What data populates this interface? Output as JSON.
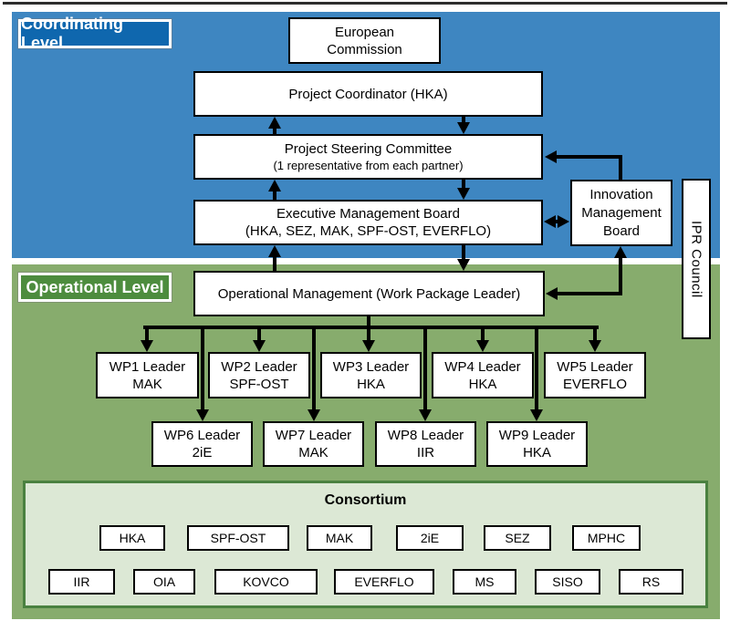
{
  "diagram": {
    "coordinating_level": {
      "label": "Coordinating Level",
      "bg_color": "#3e86c1",
      "label_bg_color": "#0f67ae",
      "boxes": {
        "european_commission": {
          "line1": "European",
          "line2": "Commission"
        },
        "project_coordinator": {
          "title": "Project Coordinator (HKA)"
        },
        "steering_committee": {
          "title": "Project Steering Committee",
          "subtitle": "(1 representative from each partner)"
        },
        "executive_board": {
          "title": "Executive Management Board",
          "subtitle": "(HKA, SEZ, MAK, SPF-OST, EVERFLO)"
        },
        "innovation_board": {
          "line1": "Innovation",
          "line2": "Management",
          "line3": "Board"
        },
        "ipr_council": {
          "title": "IPR Council"
        }
      }
    },
    "operational_level": {
      "label": "Operational Level",
      "bg_color": "#87ac6d",
      "label_bg_color": "#4d8c3e",
      "operational_management": {
        "title": "Operational Management (Work Package Leader)"
      },
      "wp_row1": [
        {
          "title": "WP1 Leader",
          "org": "MAK"
        },
        {
          "title": "WP2 Leader",
          "org": "SPF-OST"
        },
        {
          "title": "WP3 Leader",
          "org": "HKA"
        },
        {
          "title": "WP4 Leader",
          "org": "HKA"
        },
        {
          "title": "WP5 Leader",
          "org": "EVERFLO"
        }
      ],
      "wp_row2": [
        {
          "title": "WP6 Leader",
          "org": "2iE"
        },
        {
          "title": "WP7 Leader",
          "org": "MAK"
        },
        {
          "title": "WP8 Leader",
          "org": "IIR"
        },
        {
          "title": "WP9 Leader",
          "org": "HKA"
        }
      ],
      "consortium": {
        "title": "Consortium",
        "fill_color": "#dce8d5",
        "border_color": "#4a8140",
        "row1": [
          "HKA",
          "SPF-OST",
          "MAK",
          "2iE",
          "SEZ",
          "MPHC"
        ],
        "row2": [
          "IIR",
          "OIA",
          "KOVCO",
          "EVERFLO",
          "MS",
          "SISO",
          "RS"
        ]
      }
    }
  }
}
